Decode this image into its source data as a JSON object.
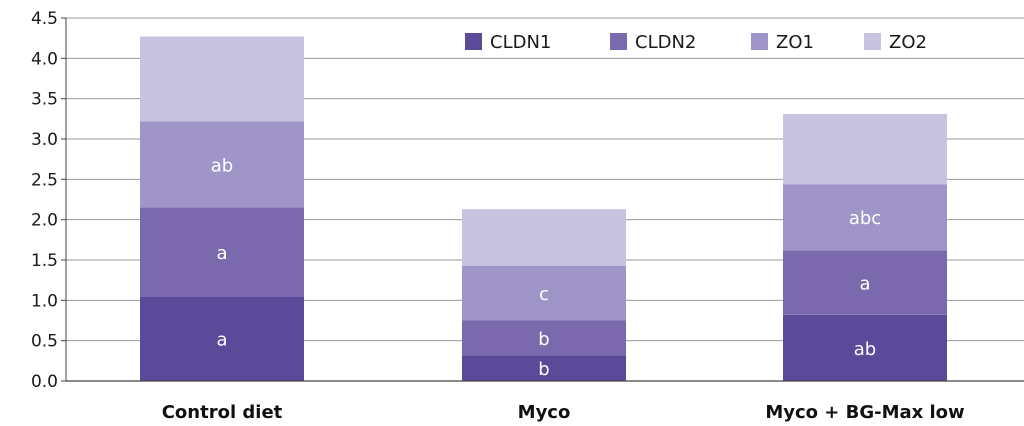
{
  "chart_data": {
    "type": "bar",
    "stacked": true,
    "title": "",
    "xlabel": "",
    "ylabel": "",
    "ylim": [
      0,
      4.5
    ],
    "yticks": [
      "0.0",
      "0.5",
      "1.0",
      "1.5",
      "2.0",
      "2.5",
      "3.0",
      "3.5",
      "4.0",
      "4.5"
    ],
    "grid": true,
    "legend_position": "top-right",
    "categories": [
      "Control diet",
      "Myco",
      "Myco + BG-Max low"
    ],
    "series": [
      {
        "name": "CLDN1",
        "color": "#5b4a9a",
        "values": [
          1.05,
          0.32,
          0.82
        ],
        "labels": [
          "a",
          "b",
          "ab"
        ]
      },
      {
        "name": "CLDN2",
        "color": "#7a6aad",
        "values": [
          1.1,
          0.43,
          0.8
        ],
        "labels": [
          "a",
          "b",
          "a"
        ]
      },
      {
        "name": "ZO1",
        "color": "#a095c8",
        "values": [
          1.07,
          0.68,
          0.82
        ],
        "labels": [
          "ab",
          "c",
          "abc"
        ]
      },
      {
        "name": "ZO2",
        "color": "#c8c3e0",
        "values": [
          1.05,
          0.7,
          0.87
        ],
        "labels": [
          "",
          "",
          ""
        ]
      }
    ]
  }
}
